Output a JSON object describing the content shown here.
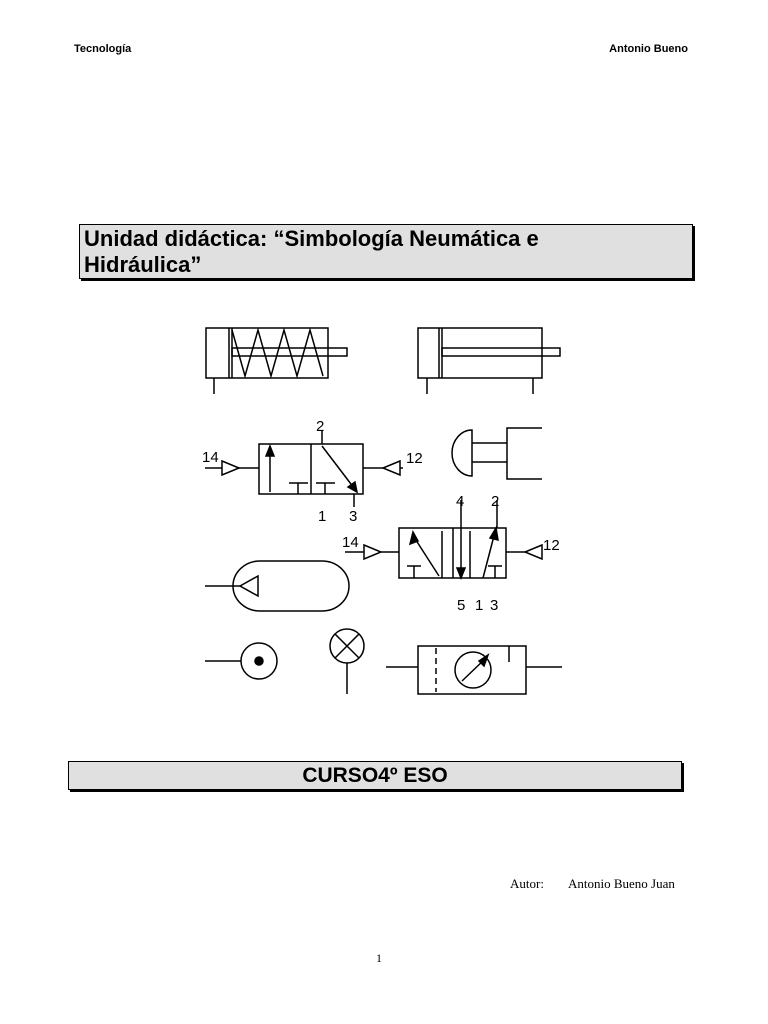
{
  "header": {
    "left": "Tecnología",
    "right": "Antonio Bueno"
  },
  "title": {
    "line1": "Unidad didáctica: “Simbología Neumática e",
    "line2": "Hidráulica”"
  },
  "diagram_labels": {
    "valve32": {
      "port_in_left": "14",
      "port_out": "2",
      "port_in_right": "12",
      "port_supply": "1",
      "port_exhaust": "3"
    },
    "valve52": {
      "port_out_a": "4",
      "port_out_b": "2",
      "port_in_left": "14",
      "port_in_right": "12",
      "port_exhaust_a": "5",
      "port_supply": "1",
      "port_exhaust_b": "3"
    }
  },
  "course": {
    "label": "CURSO4º ESO"
  },
  "author": {
    "label": "Autor:",
    "name": "Antonio Bueno Juan"
  },
  "page_number": "1"
}
